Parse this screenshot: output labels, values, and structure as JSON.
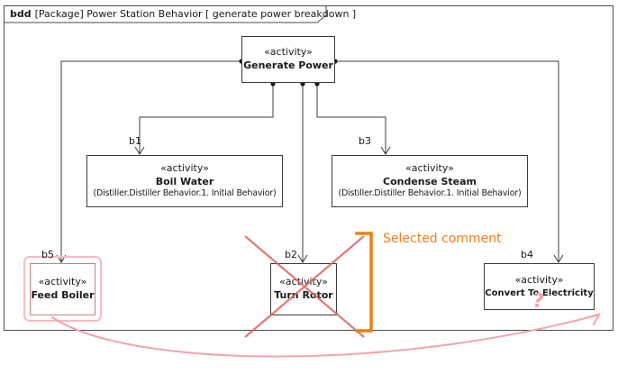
{
  "frame": {
    "keyword": "bdd",
    "title": "[Package] Power Station Behavior [ generate power breakdown ]"
  },
  "nodes": {
    "generate_power": {
      "stereotype": "«activity»",
      "name": "Generate Power"
    },
    "boil_water": {
      "stereotype": "«activity»",
      "name": "Boil Water",
      "detail": "(Distiller.Distiller Behavior.1. Initial Behavior)"
    },
    "condense_steam": {
      "stereotype": "«activity»",
      "name": "Condense Steam",
      "detail": "(Distiller.Distiller Behavior.1. Initial Behavior)"
    },
    "feed_boiler": {
      "stereotype": "«activity»",
      "name": "Feed Boiler"
    },
    "turn_rotor": {
      "stereotype": "«activity»",
      "name": "Turn Rotor"
    },
    "convert_to_electricity": {
      "stereotype": "«activity»",
      "name": "Convert To Electricity"
    }
  },
  "edge_labels": {
    "b1": "b1",
    "b2": "b2",
    "b3": "b3",
    "b4": "b4",
    "b5": "b5"
  },
  "annotations": {
    "selected_comment": "Selected comment",
    "question_mark": "?"
  },
  "colors": {
    "connector": "#3c3c3c",
    "selection_orange": "#e8820c",
    "comment_text_orange": "#ee7f1d",
    "cross_red": "#e06060",
    "sketch_pink": "#f2a3ae",
    "highlight_pink": "#f6bcc4"
  }
}
